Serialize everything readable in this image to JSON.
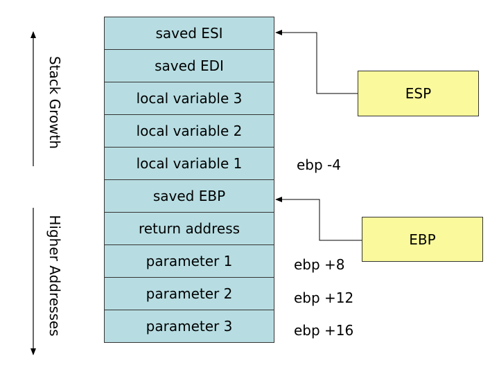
{
  "stack": {
    "cells": [
      "saved ESI",
      "saved EDI",
      "local variable 3",
      "local variable 2",
      "local variable 1",
      "saved EBP",
      "return address",
      "parameter 1",
      "parameter 2",
      "parameter 3"
    ]
  },
  "registers": {
    "esp": "ESP",
    "ebp": "EBP"
  },
  "offsets": {
    "local1": "ebp  -4",
    "param1": "ebp  +8",
    "param2": "ebp  +12",
    "param3": "ebp  +16"
  },
  "labels": {
    "stack_growth": "Stack Growth",
    "higher_addresses": "Higher Addresses"
  },
  "colors": {
    "cell_fill": "#b7dde2",
    "register_fill": "#fafa9c"
  }
}
